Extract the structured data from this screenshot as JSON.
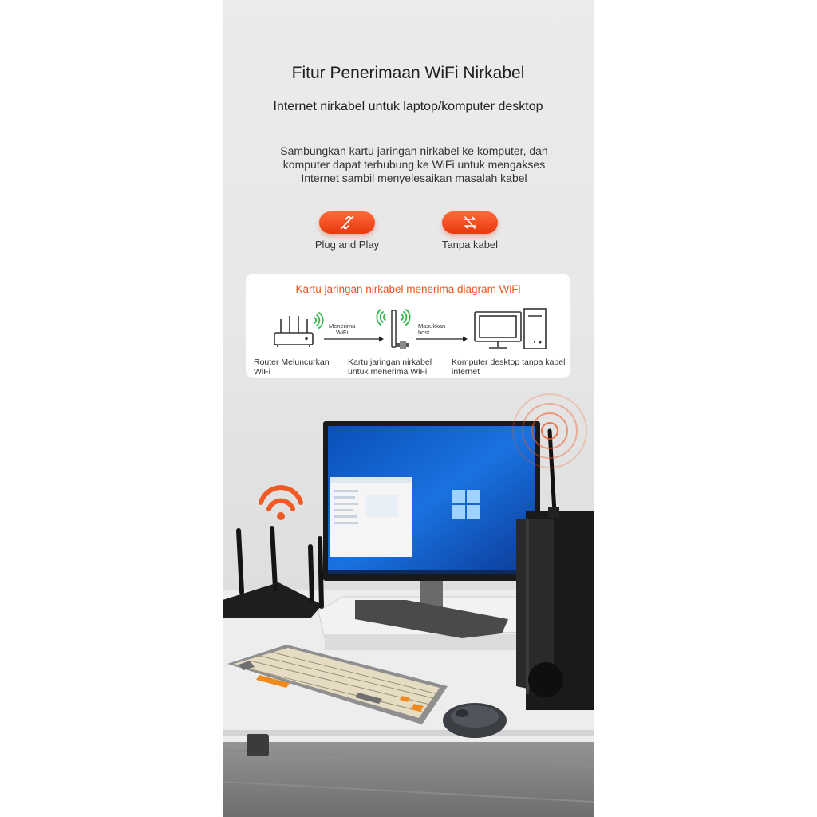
{
  "title": "Fitur Penerimaan WiFi Nirkabel",
  "subtitle": "Internet nirkabel untuk laptop/komputer desktop",
  "description": [
    "Sambungkan kartu jaringan nirkabel ke komputer, dan",
    "komputer dapat terhubung ke WiFi untuk mengakses",
    "Internet sambil menyelesaikan masalah kabel"
  ],
  "features": [
    {
      "label": "Plug and Play",
      "icon": "plug-icon"
    },
    {
      "label": "Tanpa kabel",
      "icon": "no-cable-icon"
    }
  ],
  "diagram": {
    "title": "Kartu jaringan nirkabel menerima diagram WiFi",
    "steps": [
      {
        "label_lines": [
          "Router Meluncurkan",
          "WiFi"
        ],
        "icon": "router-icon"
      },
      {
        "label_lines": [
          "Kartu jaringan nirkabel",
          "untuk menerima WiFi"
        ],
        "icon": "wifi-adapter-icon"
      },
      {
        "label_lines": [
          "Komputer desktop tanpa kabel",
          "internet"
        ],
        "icon": "desktop-computer-icon"
      }
    ],
    "arrows": [
      {
        "label_lines": [
          "Menerima",
          "WiFi"
        ]
      },
      {
        "label_lines": [
          "Masukkan",
          "host"
        ]
      }
    ]
  },
  "colors": {
    "accent": "#f0541e",
    "wifi_green": "#2fb84a",
    "background": "#e8e8e8"
  }
}
